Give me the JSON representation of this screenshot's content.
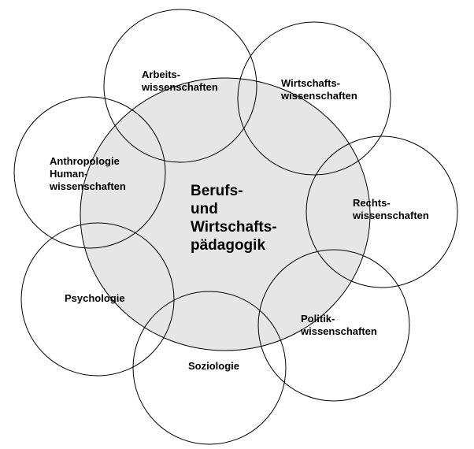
{
  "colors": {
    "center_fill": "#e6e6e6",
    "stroke": "#000000",
    "background": "#ffffff"
  },
  "center": {
    "lines": [
      "Berufs-",
      "und",
      "Wirtschafts-",
      "pädagogik"
    ]
  },
  "disciplines": {
    "arbeit": [
      "Arbeits-",
      "wissenschaften"
    ],
    "wirtschaft": [
      "Wirtschafts-",
      "wissenschaften"
    ],
    "anthropologie": [
      "Anthropologie",
      "Human-",
      "wissenschaften"
    ],
    "recht": [
      "Rechts-",
      "wissenschaften"
    ],
    "psychologie": [
      "Psychologie"
    ],
    "politik": [
      "Politik-",
      "wissenschaften"
    ],
    "soziologie": [
      "Soziologie"
    ]
  }
}
